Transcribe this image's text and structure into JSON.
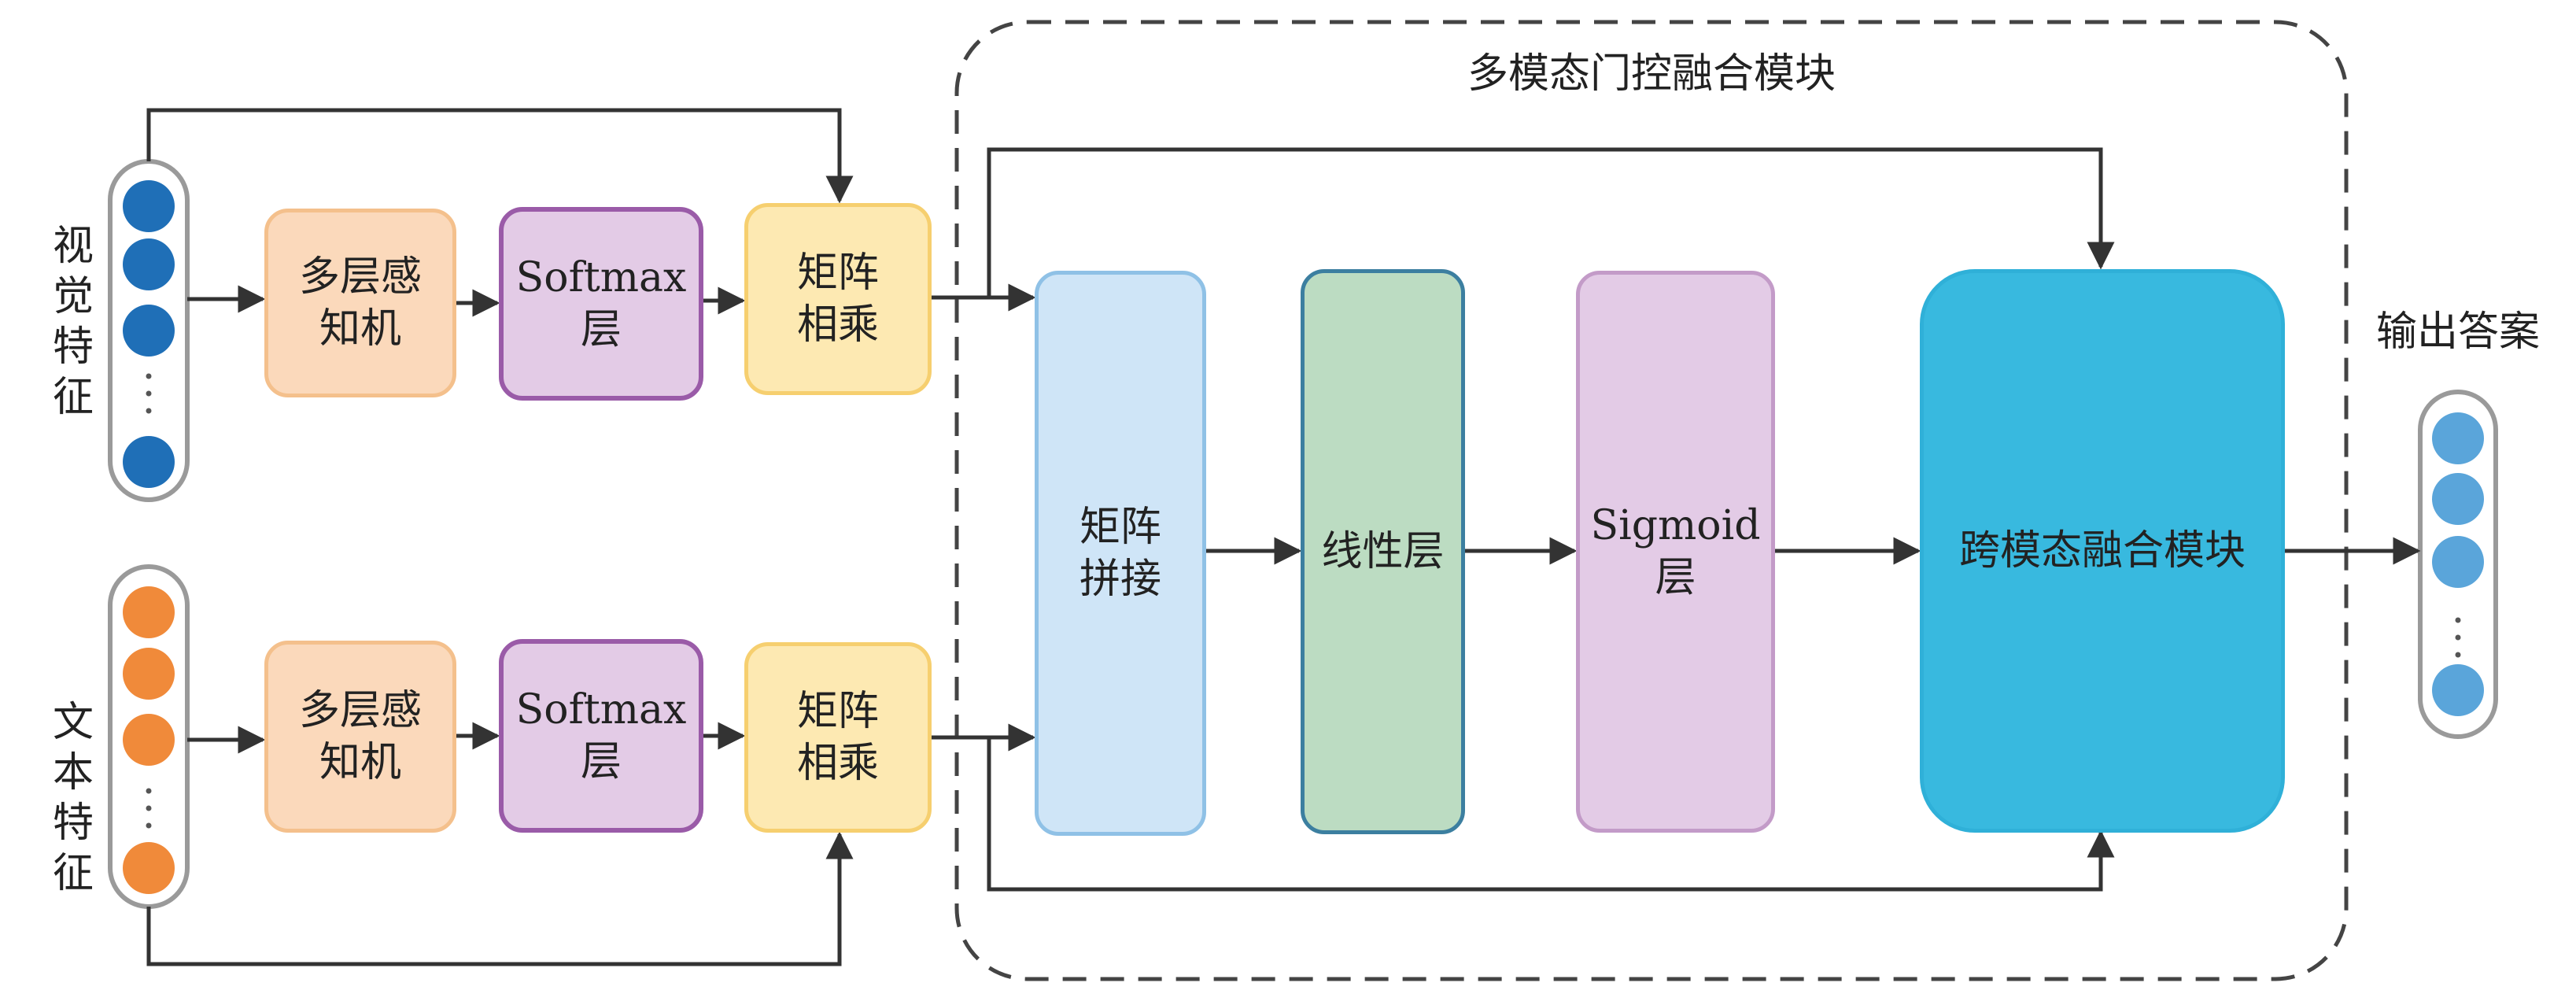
{
  "fusion_module": {
    "title": "多模态门控融合模块"
  },
  "visual": {
    "label": "视觉特征",
    "mlp": [
      "多层感",
      "知机"
    ],
    "softmax": [
      "Softmax",
      "层"
    ],
    "matmul": [
      "矩阵",
      "相乘"
    ],
    "color": "#1f6fb7"
  },
  "text": {
    "label": "文本特征",
    "mlp": [
      "多层感",
      "知机"
    ],
    "softmax": [
      "Softmax",
      "层"
    ],
    "matmul": [
      "矩阵",
      "相乘"
    ],
    "color": "#f08a3a"
  },
  "concat": [
    "矩阵",
    "拼接"
  ],
  "linear": "线性层",
  "sigmoid": [
    "Sigmoid",
    "层"
  ],
  "cross_modal": "跨模态融合模块",
  "output": {
    "label": "输出答案",
    "color": "#5aa5da"
  }
}
